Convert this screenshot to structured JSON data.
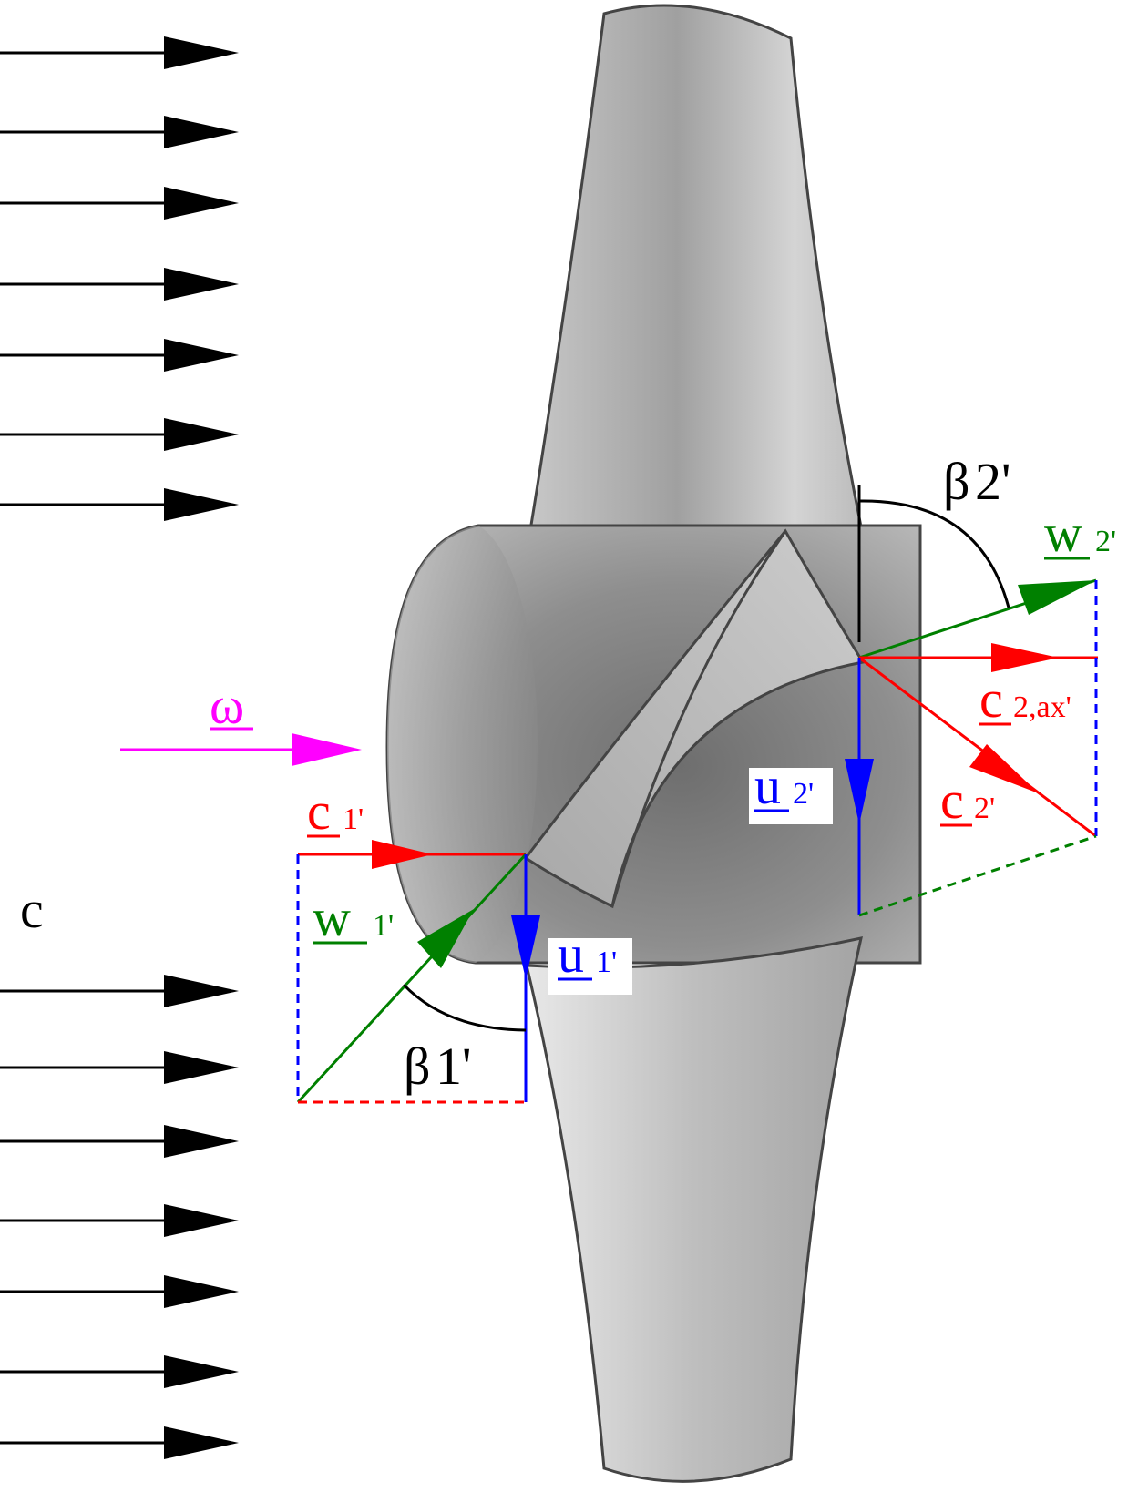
{
  "diagram": {
    "flow_symbol": "c",
    "omega_symbol": "ω",
    "inlet": {
      "c": {
        "main": "c",
        "sub": "1'"
      },
      "w": {
        "main": "w",
        "sub": "1'"
      },
      "u": {
        "main": "u",
        "sub": "1'"
      },
      "beta": {
        "main": "β",
        "sub": "1'"
      }
    },
    "outlet": {
      "w": {
        "main": "w",
        "sub": "2'"
      },
      "c_ax": {
        "main": "c",
        "sub": "2,ax'"
      },
      "c": {
        "main": "c",
        "sub": "2'"
      },
      "u": {
        "main": "u",
        "sub": "2'"
      },
      "beta": {
        "main": "β",
        "sub": "2'"
      }
    },
    "colors": {
      "c_vectors": "#ff0000",
      "w_vectors": "#008000",
      "u_vectors": "#0000ff",
      "omega": "#ff00ff",
      "flow_arrows": "#000000",
      "angle_marks": "#000000"
    },
    "icons": [
      "flow-arrow-icon",
      "rotation-arrow-icon",
      "propeller-blade",
      "propeller-hub"
    ]
  }
}
